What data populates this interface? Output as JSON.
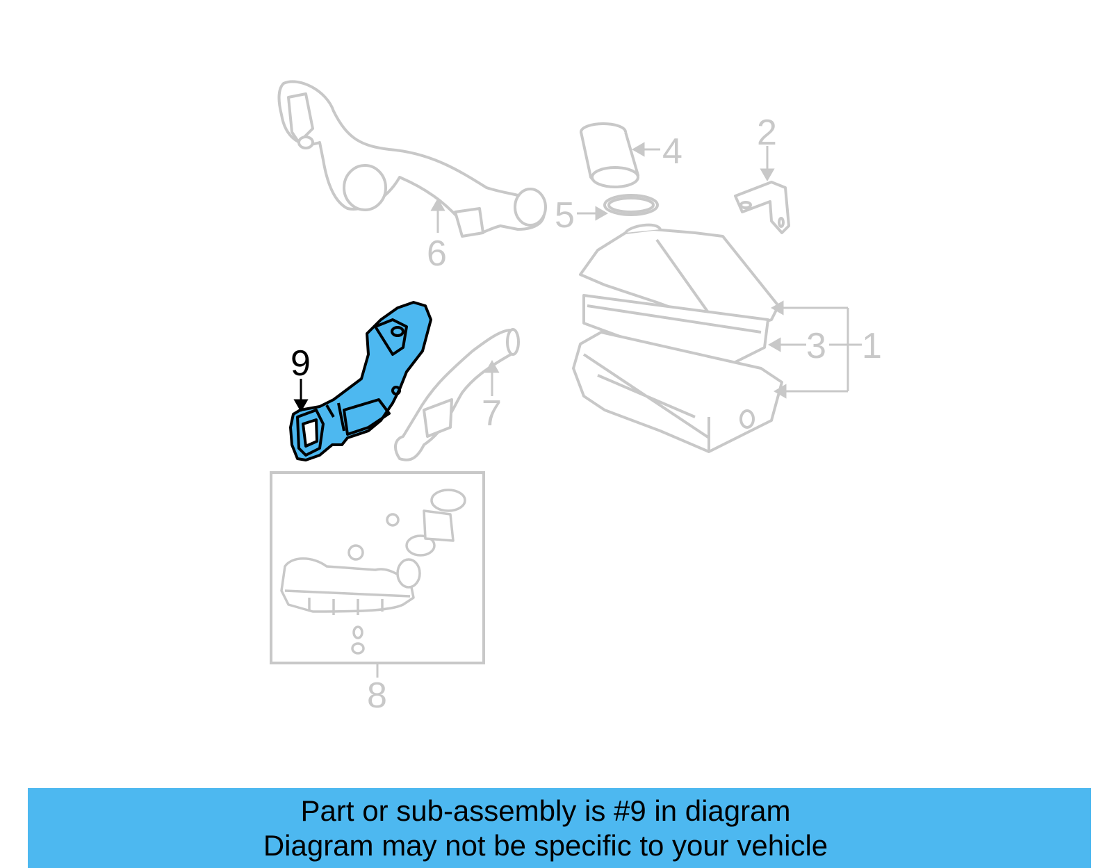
{
  "colors": {
    "faded_part": "#c8c8c8",
    "highlight_fill": "#4db8f0",
    "highlight_stroke": "#000000",
    "banner_bg": "#4db8f0"
  },
  "callouts": {
    "c1": "1",
    "c2": "2",
    "c3": "3",
    "c4": "4",
    "c5": "5",
    "c6": "6",
    "c7": "7",
    "c8": "8",
    "c9": "9"
  },
  "banner": {
    "line1": "Part or sub-assembly is #9 in diagram",
    "line2": "Diagram may not be specific to your vehicle"
  }
}
